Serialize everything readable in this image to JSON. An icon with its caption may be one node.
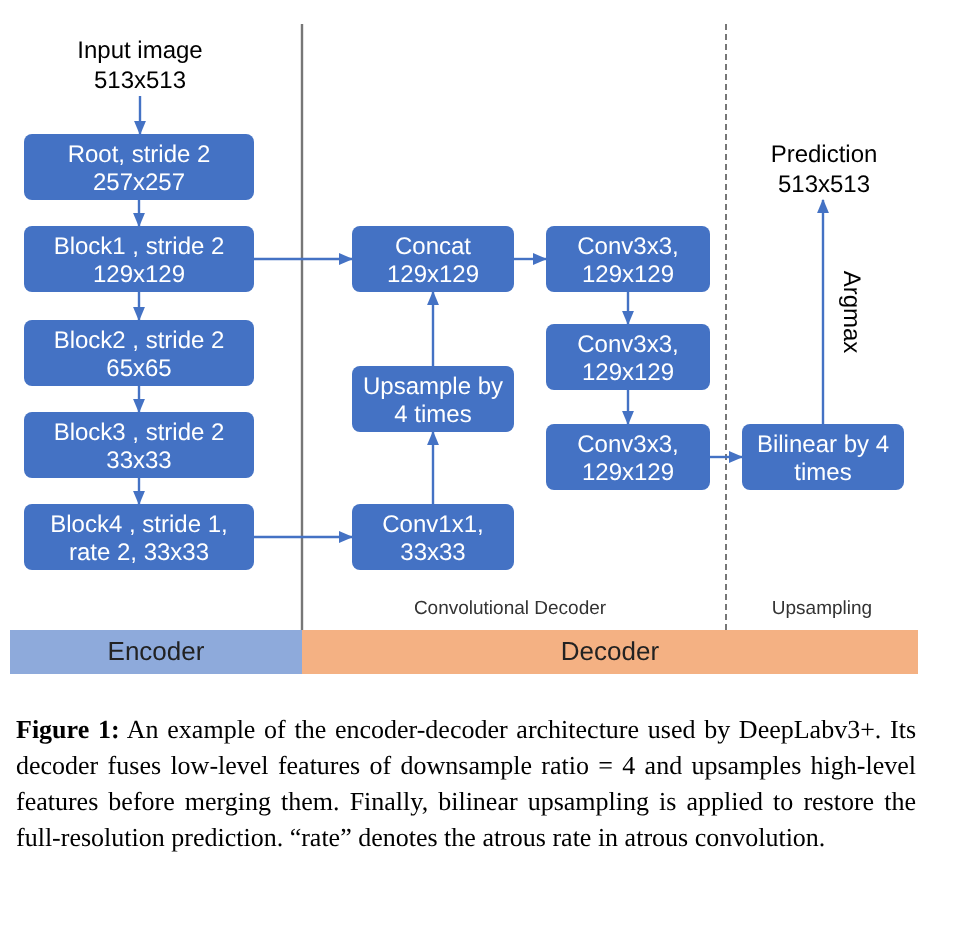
{
  "diagram": {
    "nodes": [
      {
        "text": [
          "Input image 513x513"
        ]
      },
      {
        "text": [
          "Root, stride 2 257x257"
        ]
      },
      {
        "text": [
          "Block1 , stride 2 129x129"
        ]
      },
      {
        "text": [
          "Block2 , stride 2 65x65"
        ]
      },
      {
        "text": [
          "Block3 , stride 2 33x33"
        ]
      },
      {
        "text": [
          "Block4 , stride 1, rate 2, 33x33"
        ]
      },
      {
        "text": [
          "Concat 129x129"
        ]
      },
      {
        "text": [
          "Upsample by 4 times"
        ]
      },
      {
        "text": [
          "Conv1x1, 33x33"
        ]
      },
      {
        "text": [
          "Conv3x3, 129x129"
        ]
      },
      {
        "text": [
          "Conv3x3, 129x129"
        ]
      },
      {
        "text": [
          "Conv3x3, 129x129"
        ]
      },
      {
        "text": [
          "Bilinear by 4 times"
        ]
      },
      {
        "text": [
          "Prediction 513x513"
        ]
      },
      {
        "text": [
          "Encoder"
        ]
      },
      {
        "text": [
          "Decoder"
        ]
      }
    ],
    "edges": [
      {
        "from": 0,
        "to": 1,
        "arrow": "to"
      },
      {
        "from": 1,
        "to": 2,
        "arrow": "to"
      },
      {
        "from": 2,
        "to": 3,
        "arrow": "to"
      },
      {
        "from": 3,
        "to": 4,
        "arrow": "to"
      },
      {
        "from": 4,
        "to": 5,
        "arrow": "to"
      },
      {
        "from": 2,
        "to": 6,
        "arrow": "to"
      },
      {
        "from": 5,
        "to": 8,
        "arrow": "to"
      },
      {
        "from": 8,
        "to": 7,
        "arrow": "to"
      },
      {
        "from": 7,
        "to": 6,
        "arrow": "to"
      },
      {
        "from": 6,
        "to": 9,
        "arrow": "to"
      },
      {
        "from": 9,
        "to": 10,
        "arrow": "to"
      },
      {
        "from": 10,
        "to": 11,
        "arrow": "to"
      },
      {
        "from": 11,
        "to": 12,
        "arrow": "to"
      },
      {
        "from": 12,
        "to": 13,
        "arrow": "to",
        "label": "Argmax"
      }
    ],
    "labels": [
      "Convolutional Decoder",
      "Upsampling"
    ],
    "caption": "**Figure 1:** An example of the encoder-decoder architecture used by DeepLabv3+. Its decoder fuses low-level features of downsample ratio = 4 and upsamples high-level features before merging them. Finally, bilinear upsampling is applied to restore the full-resolution prediction. “rate” denotes the atrous rate in atrous convolution."
  }
}
